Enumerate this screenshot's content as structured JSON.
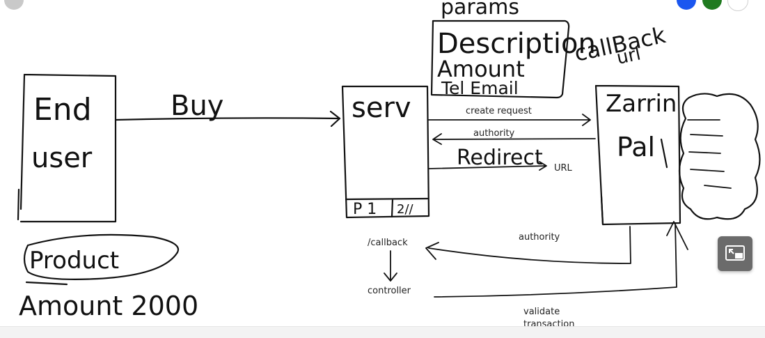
{
  "labels": {
    "params": "params",
    "callback_url_line1": "callBack",
    "callback_url_line2": "url",
    "end_user_line1": "End",
    "end_user_line2": "user",
    "buy": "Buy",
    "server": "serv",
    "server_bottom_left": "P 1",
    "server_bottom_right": "2//",
    "gateway_line1": "Zarrin",
    "gateway_line2": "Pal",
    "product": "Product",
    "amount_2000": "Amount 2000",
    "create_request": "create request",
    "authority_top": "authority",
    "redirect": "Redirect",
    "url": "URL",
    "callback_route": "/callback",
    "controller": "controller",
    "authority_bottom": "authority",
    "validate_line1": "validate",
    "validate_line2": "transaction"
  },
  "params_box": {
    "line1": "Description",
    "line2": "Amount",
    "line3": "Tel Email"
  },
  "colors": {
    "ink": "#111111",
    "dot_blue": "#1a56f0",
    "dot_green": "#1f7a1f",
    "pip_bg": "#6b6b6b"
  },
  "icons": {
    "pip": "picture-in-picture-exit-icon"
  }
}
